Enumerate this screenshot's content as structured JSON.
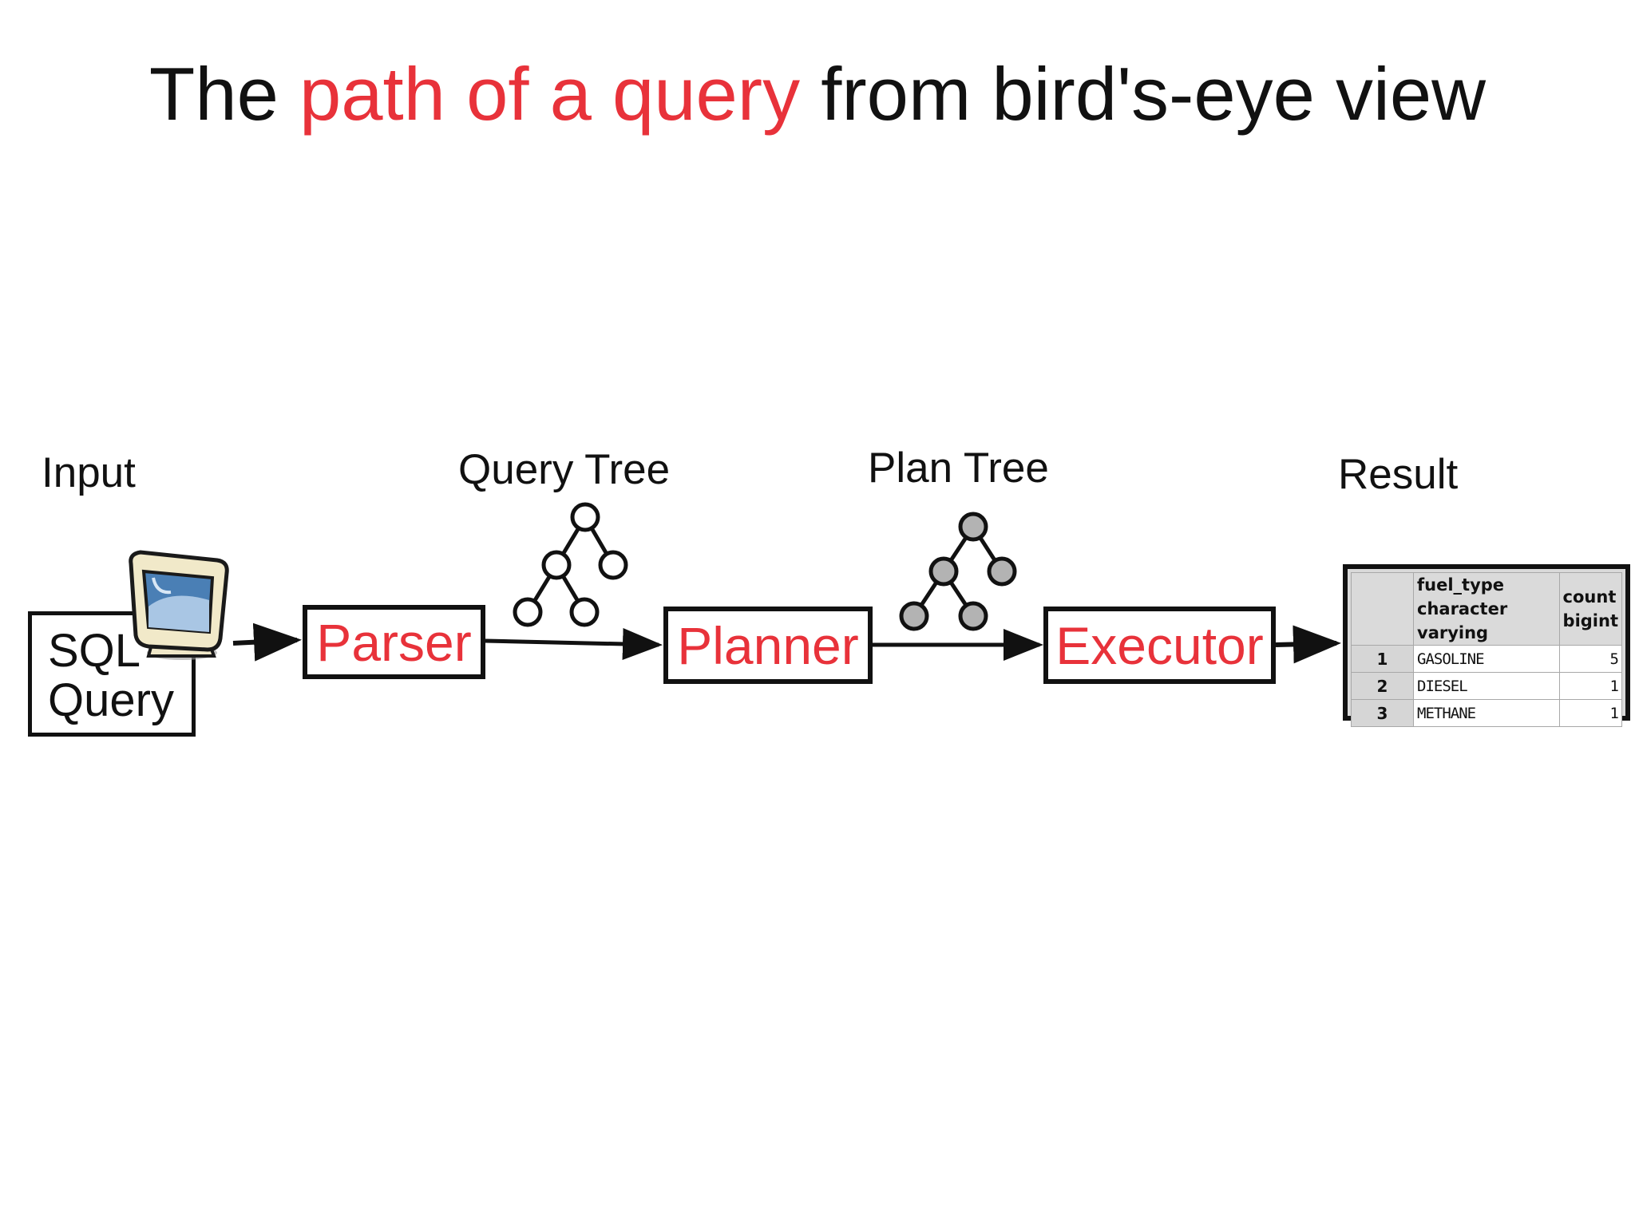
{
  "title": {
    "prefix": "The ",
    "highlight": "path of a query",
    "suffix": " from bird's-eye view"
  },
  "labels": {
    "input": "Input",
    "query_tree": "Query Tree",
    "plan_tree": "Plan Tree",
    "result": "Result"
  },
  "input_box": {
    "line1": "SQL",
    "line2": "Query"
  },
  "stages": {
    "parser": "Parser",
    "planner": "Planner",
    "executor": "Executor"
  },
  "result_table": {
    "columns": [
      {
        "name": "fuel_type",
        "type": "character varying"
      },
      {
        "name": "count",
        "type": "bigint"
      }
    ],
    "rows": [
      {
        "num": "1",
        "fuel_type": "GASOLINE",
        "count": "5"
      },
      {
        "num": "2",
        "fuel_type": "DIESEL",
        "count": "1"
      },
      {
        "num": "3",
        "fuel_type": "METHANE",
        "count": "1"
      }
    ]
  },
  "colors": {
    "highlight": "#e8323a",
    "plan_node_fill": "#b3b3b3",
    "query_node_fill": "#ffffff"
  }
}
